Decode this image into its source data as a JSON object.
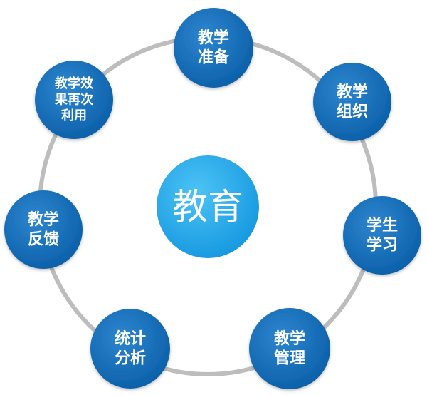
{
  "center": {
    "label": "教育",
    "color": "#1AA7EC"
  },
  "ring_color": "#BDBDBD",
  "node_color": "#0B6BB8",
  "nodes": [
    {
      "id": "teaching-prep",
      "lines": [
        "教学",
        "准备"
      ]
    },
    {
      "id": "teaching-org",
      "lines": [
        "教学",
        "组织"
      ]
    },
    {
      "id": "student-learning",
      "lines": [
        "学生",
        "学习"
      ]
    },
    {
      "id": "teaching-mgmt",
      "lines": [
        "教学",
        "管理"
      ]
    },
    {
      "id": "stat-analysis",
      "lines": [
        "统计",
        "分析"
      ]
    },
    {
      "id": "teaching-feedback",
      "lines": [
        "教学",
        "反馈"
      ]
    },
    {
      "id": "effect-reuse",
      "lines": [
        "教学效",
        "果再次",
        "利用"
      ]
    }
  ]
}
